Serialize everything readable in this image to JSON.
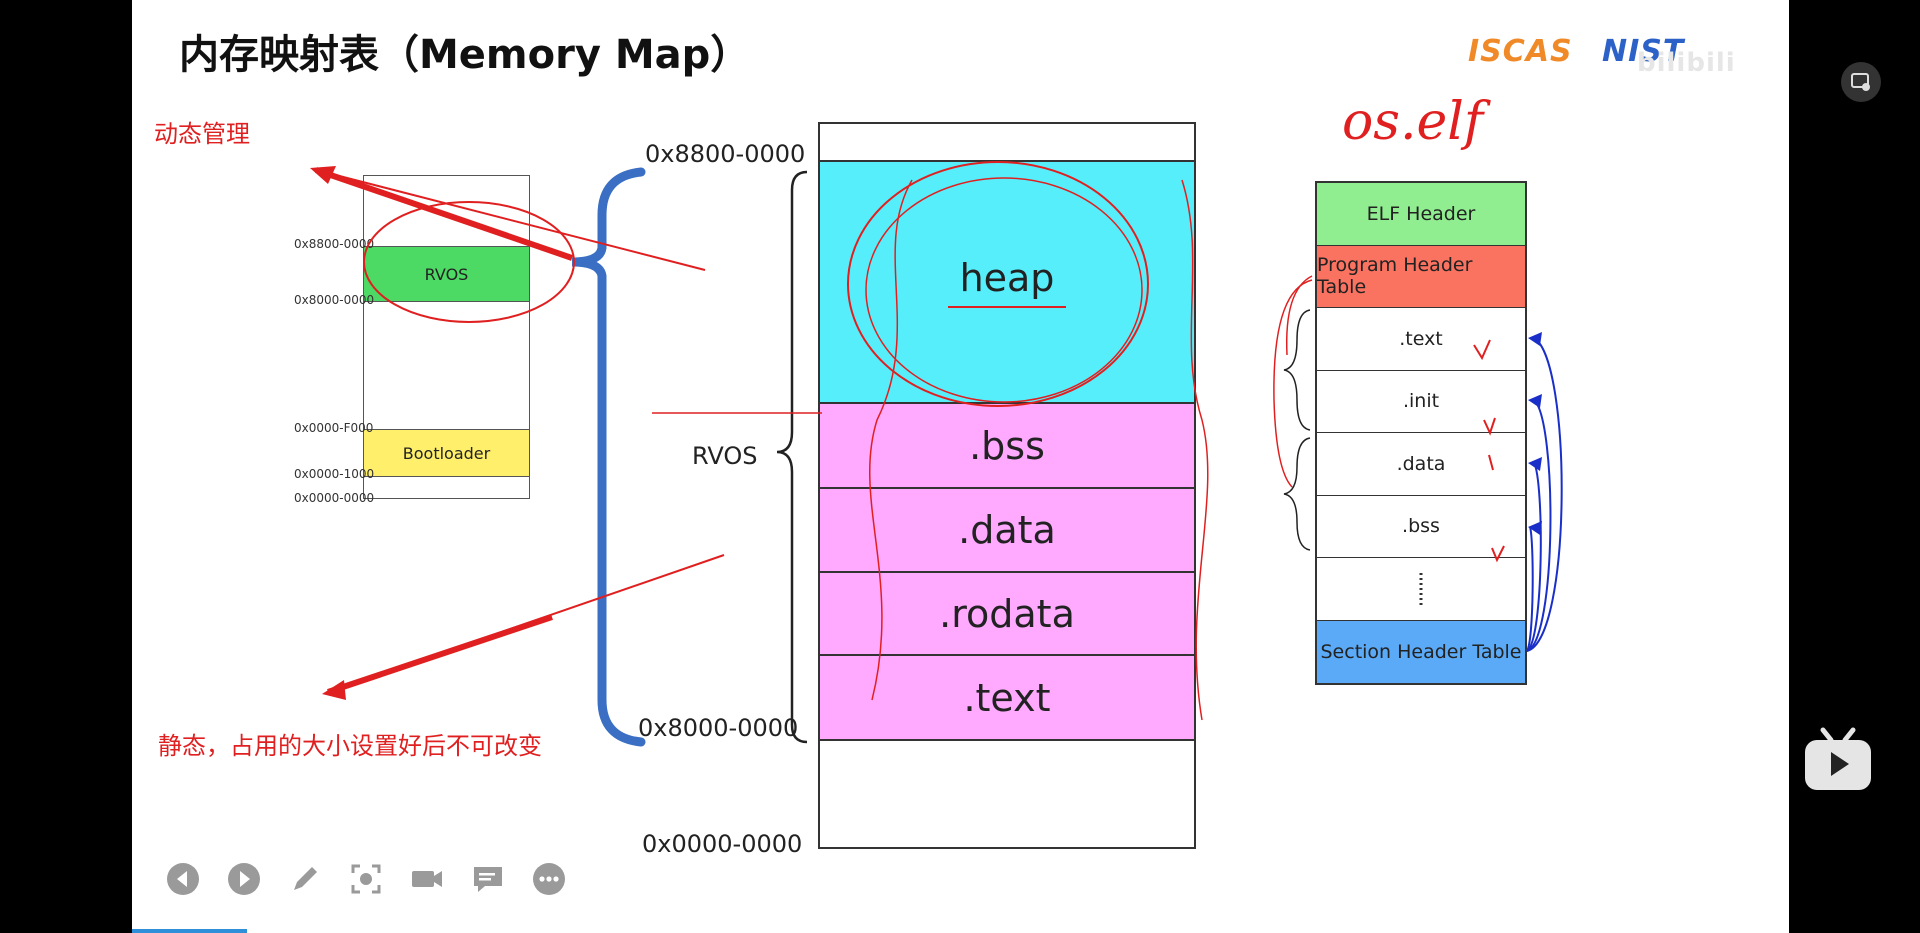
{
  "slide": {
    "title": "内存映射表（Memory Map）",
    "logos": {
      "iscas": "ISCAS",
      "nist": "NIST",
      "bilibili": "bilibili"
    }
  },
  "annotations": {
    "dynamic_note": "动态管理",
    "static_note": "静态，占用的大小设置好后不可改变",
    "handwriting_label": "os.elf"
  },
  "small_map": {
    "blocks": [
      {
        "label": "RVOS",
        "color": "#4cd964"
      },
      {
        "label": "Bootloader",
        "color": "#ffef6b"
      }
    ],
    "addresses": [
      "0x8800-0000",
      "0x8000-0000",
      "0x0000-F000",
      "0x0000-1000",
      "0x0000-0000"
    ]
  },
  "big_map": {
    "sections": [
      {
        "label": "heap",
        "color": "#56eefb"
      },
      {
        "label": ".bss",
        "color": "#ffa9ff"
      },
      {
        "label": ".data",
        "color": "#ffa9ff"
      },
      {
        "label": ".rodata",
        "color": "#ffa9ff"
      },
      {
        "label": ".text",
        "color": "#ffa9ff"
      }
    ],
    "addresses": [
      "0x8800-0000",
      "0x8000-0000",
      "0x0000-0000"
    ],
    "rvos_label": "RVOS"
  },
  "elf_table": {
    "rows": [
      {
        "label": "ELF Header",
        "color": "#90ee90"
      },
      {
        "label": "Program Header Table",
        "color": "#fa7260"
      },
      {
        "label": ".text",
        "color": "#ffffff"
      },
      {
        "label": ".init",
        "color": "#ffffff"
      },
      {
        "label": ".data",
        "color": "#ffffff"
      },
      {
        "label": ".bss",
        "color": "#ffffff"
      },
      {
        "label": "",
        "color": "#ffffff"
      },
      {
        "label": "Section Header Table",
        "color": "#5aaaf7"
      }
    ]
  },
  "toolbar": {
    "buttons": [
      "previous-icon",
      "next-icon",
      "pen-icon",
      "screenshot-icon",
      "camera-icon",
      "comment-icon",
      "more-icon"
    ]
  },
  "colors": {
    "brace_blue": "#3a6fc4",
    "annotation_red": "#e02020",
    "arrow_blue": "#1a2fc8"
  }
}
